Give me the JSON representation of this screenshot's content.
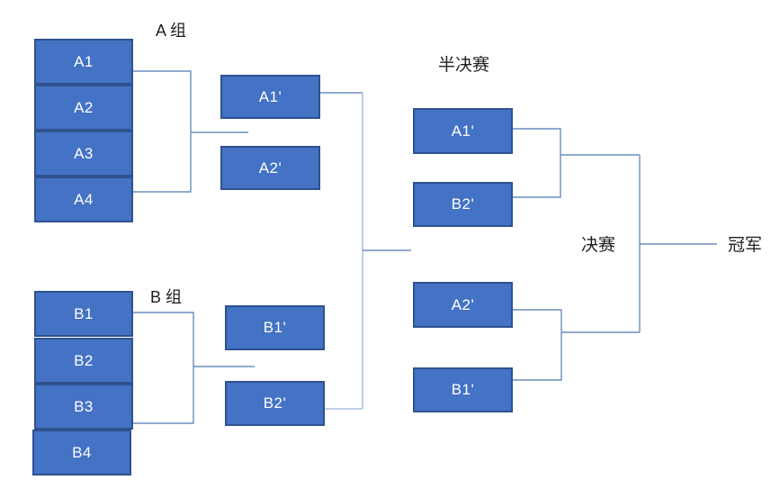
{
  "bracket": {
    "group_a": {
      "title": "A 组",
      "teams": [
        "A1",
        "A2",
        "A3",
        "A4"
      ],
      "winners": [
        "A1'",
        "A2'"
      ]
    },
    "group_b": {
      "title": "B 组",
      "teams": [
        "B1",
        "B2",
        "B3",
        "B4"
      ],
      "winners": [
        "B1'",
        "B2'"
      ]
    },
    "semifinal": {
      "title": "半决赛",
      "match1": {
        "top": "A1'",
        "bottom": "B2'"
      },
      "match2": {
        "top": "A2'",
        "bottom": "B1'"
      }
    },
    "final_label": "决赛",
    "champion_label": "冠军"
  },
  "colors": {
    "background": "#FFFFFF",
    "box_fill": "#4472C4",
    "box_border": "#2F528F",
    "box_text": "#FFFFFF",
    "connector": "#6B8EBF",
    "connector_light": "#A9C2E2",
    "label_text": "#1F1F1F"
  }
}
